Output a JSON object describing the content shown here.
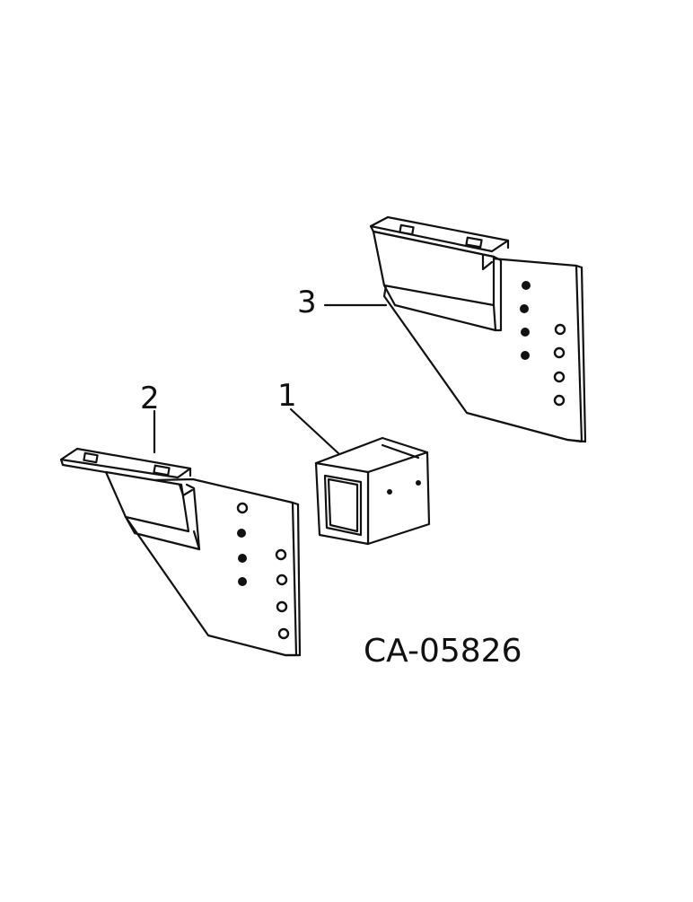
{
  "diagram": {
    "drawing_code": "CA-05826",
    "callouts": [
      {
        "id": "1",
        "part": "tube-spacer"
      },
      {
        "id": "2",
        "part": "left-bracket"
      },
      {
        "id": "3",
        "part": "right-bracket"
      }
    ]
  }
}
